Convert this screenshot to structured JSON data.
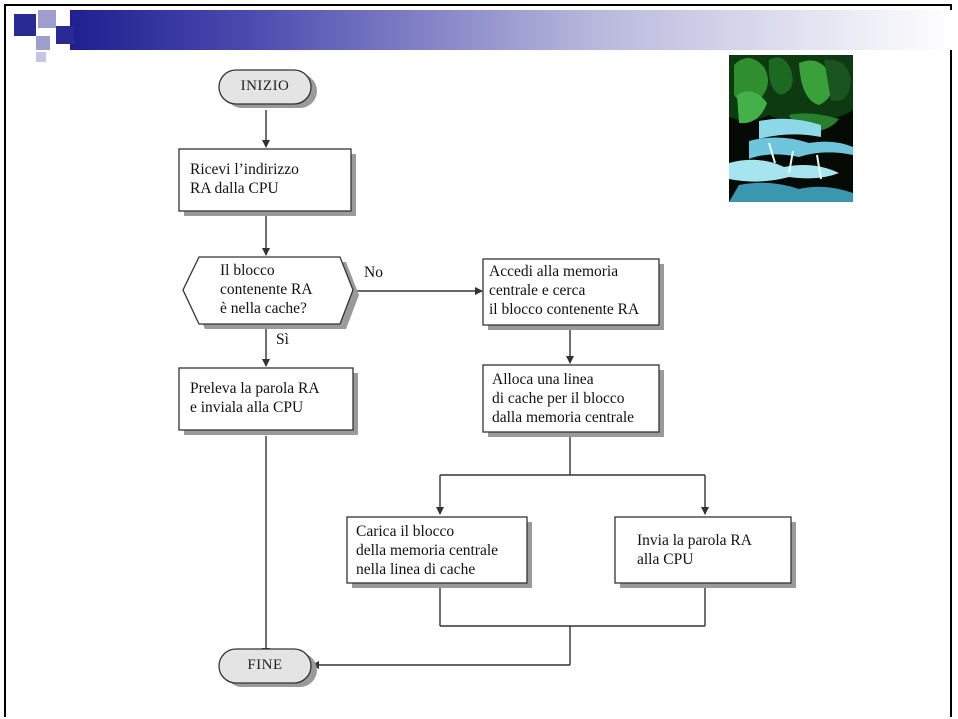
{
  "flowchart": {
    "start": "INIZIO",
    "step_receive": "Ricevi l’indirizzo\nRA dalla CPU",
    "decision": "Il blocco\ncontenente RA\nè nella cache?",
    "label_no": "No",
    "label_yes": "Sì",
    "step_fetch_word": "Preleva la parola RA\ne inviala alla CPU",
    "step_access_memory": "Accedi alla memoria\ncentrale e cerca\nil blocco contenente RA",
    "step_allocate": "Alloca una linea\ndi cache per il blocco\ndalla memoria centrale",
    "step_load_block": "Carica il blocco\ndella memoria centrale\nnella linea di cache",
    "step_send_word": "Invia la parola RA\nalla CPU",
    "end": "FINE"
  },
  "colors": {
    "title_bar_dark": "#1f1f8f",
    "shadow": "#9a9a9a",
    "terminal_fill": "#e4e4e4"
  },
  "decor": {
    "photo": "forest-waterfall-clipart"
  }
}
